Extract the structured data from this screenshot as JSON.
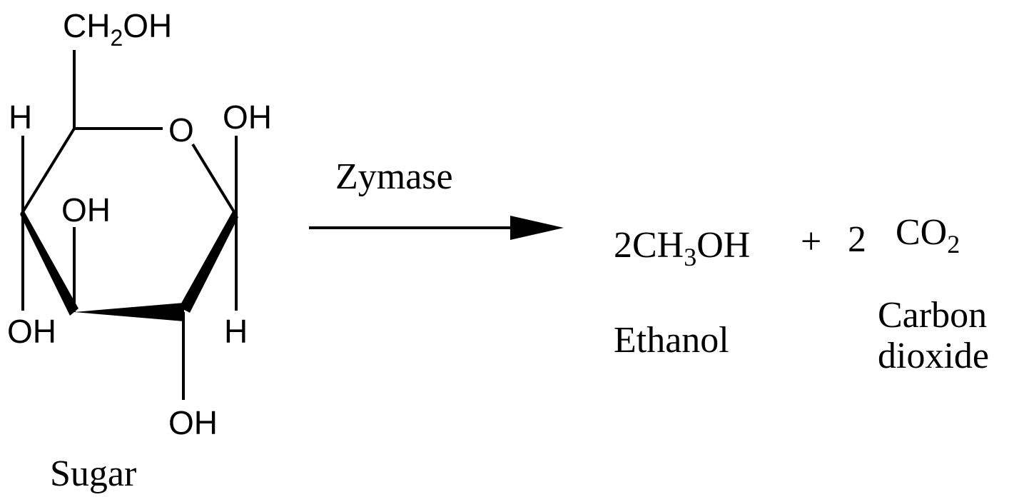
{
  "reactant": {
    "substituents": {
      "ch2oh_main": "CH",
      "ch2oh_sub": "2",
      "ch2oh_tail": "OH",
      "ring_oxygen": "O",
      "h_top_left": "H",
      "oh_top_right": "OH",
      "oh_middle": "OH",
      "oh_bottom_left": "OH",
      "h_bottom_right": "H",
      "oh_bottom": "OH"
    },
    "name": "Sugar"
  },
  "reaction": {
    "catalyst": "Zymase"
  },
  "products": {
    "ethanol": {
      "coefficient": "2",
      "formula_main": "CH",
      "formula_sub": "3",
      "formula_tail": "OH",
      "name": "Ethanol"
    },
    "plus": "+",
    "co2": {
      "coefficient": "2",
      "formula_main": "CO",
      "formula_sub": "2",
      "name_line1": "Carbon",
      "name_line2": "dioxide"
    }
  }
}
